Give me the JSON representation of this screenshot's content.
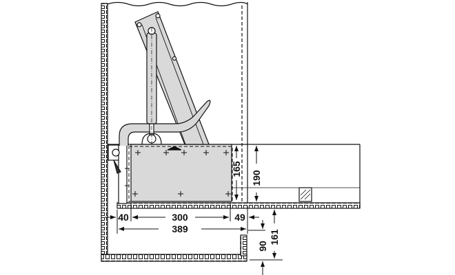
{
  "colors": {
    "line": "#111111",
    "fill": "#d9d9d9",
    "background": "#ffffff"
  },
  "dimensions": {
    "left_offset": "40",
    "box_width": "300",
    "right_offset": "49",
    "overall_width": "389",
    "box_height": "165",
    "mount_height": "190",
    "lower_clearance": "161",
    "lower_gap": "90"
  }
}
